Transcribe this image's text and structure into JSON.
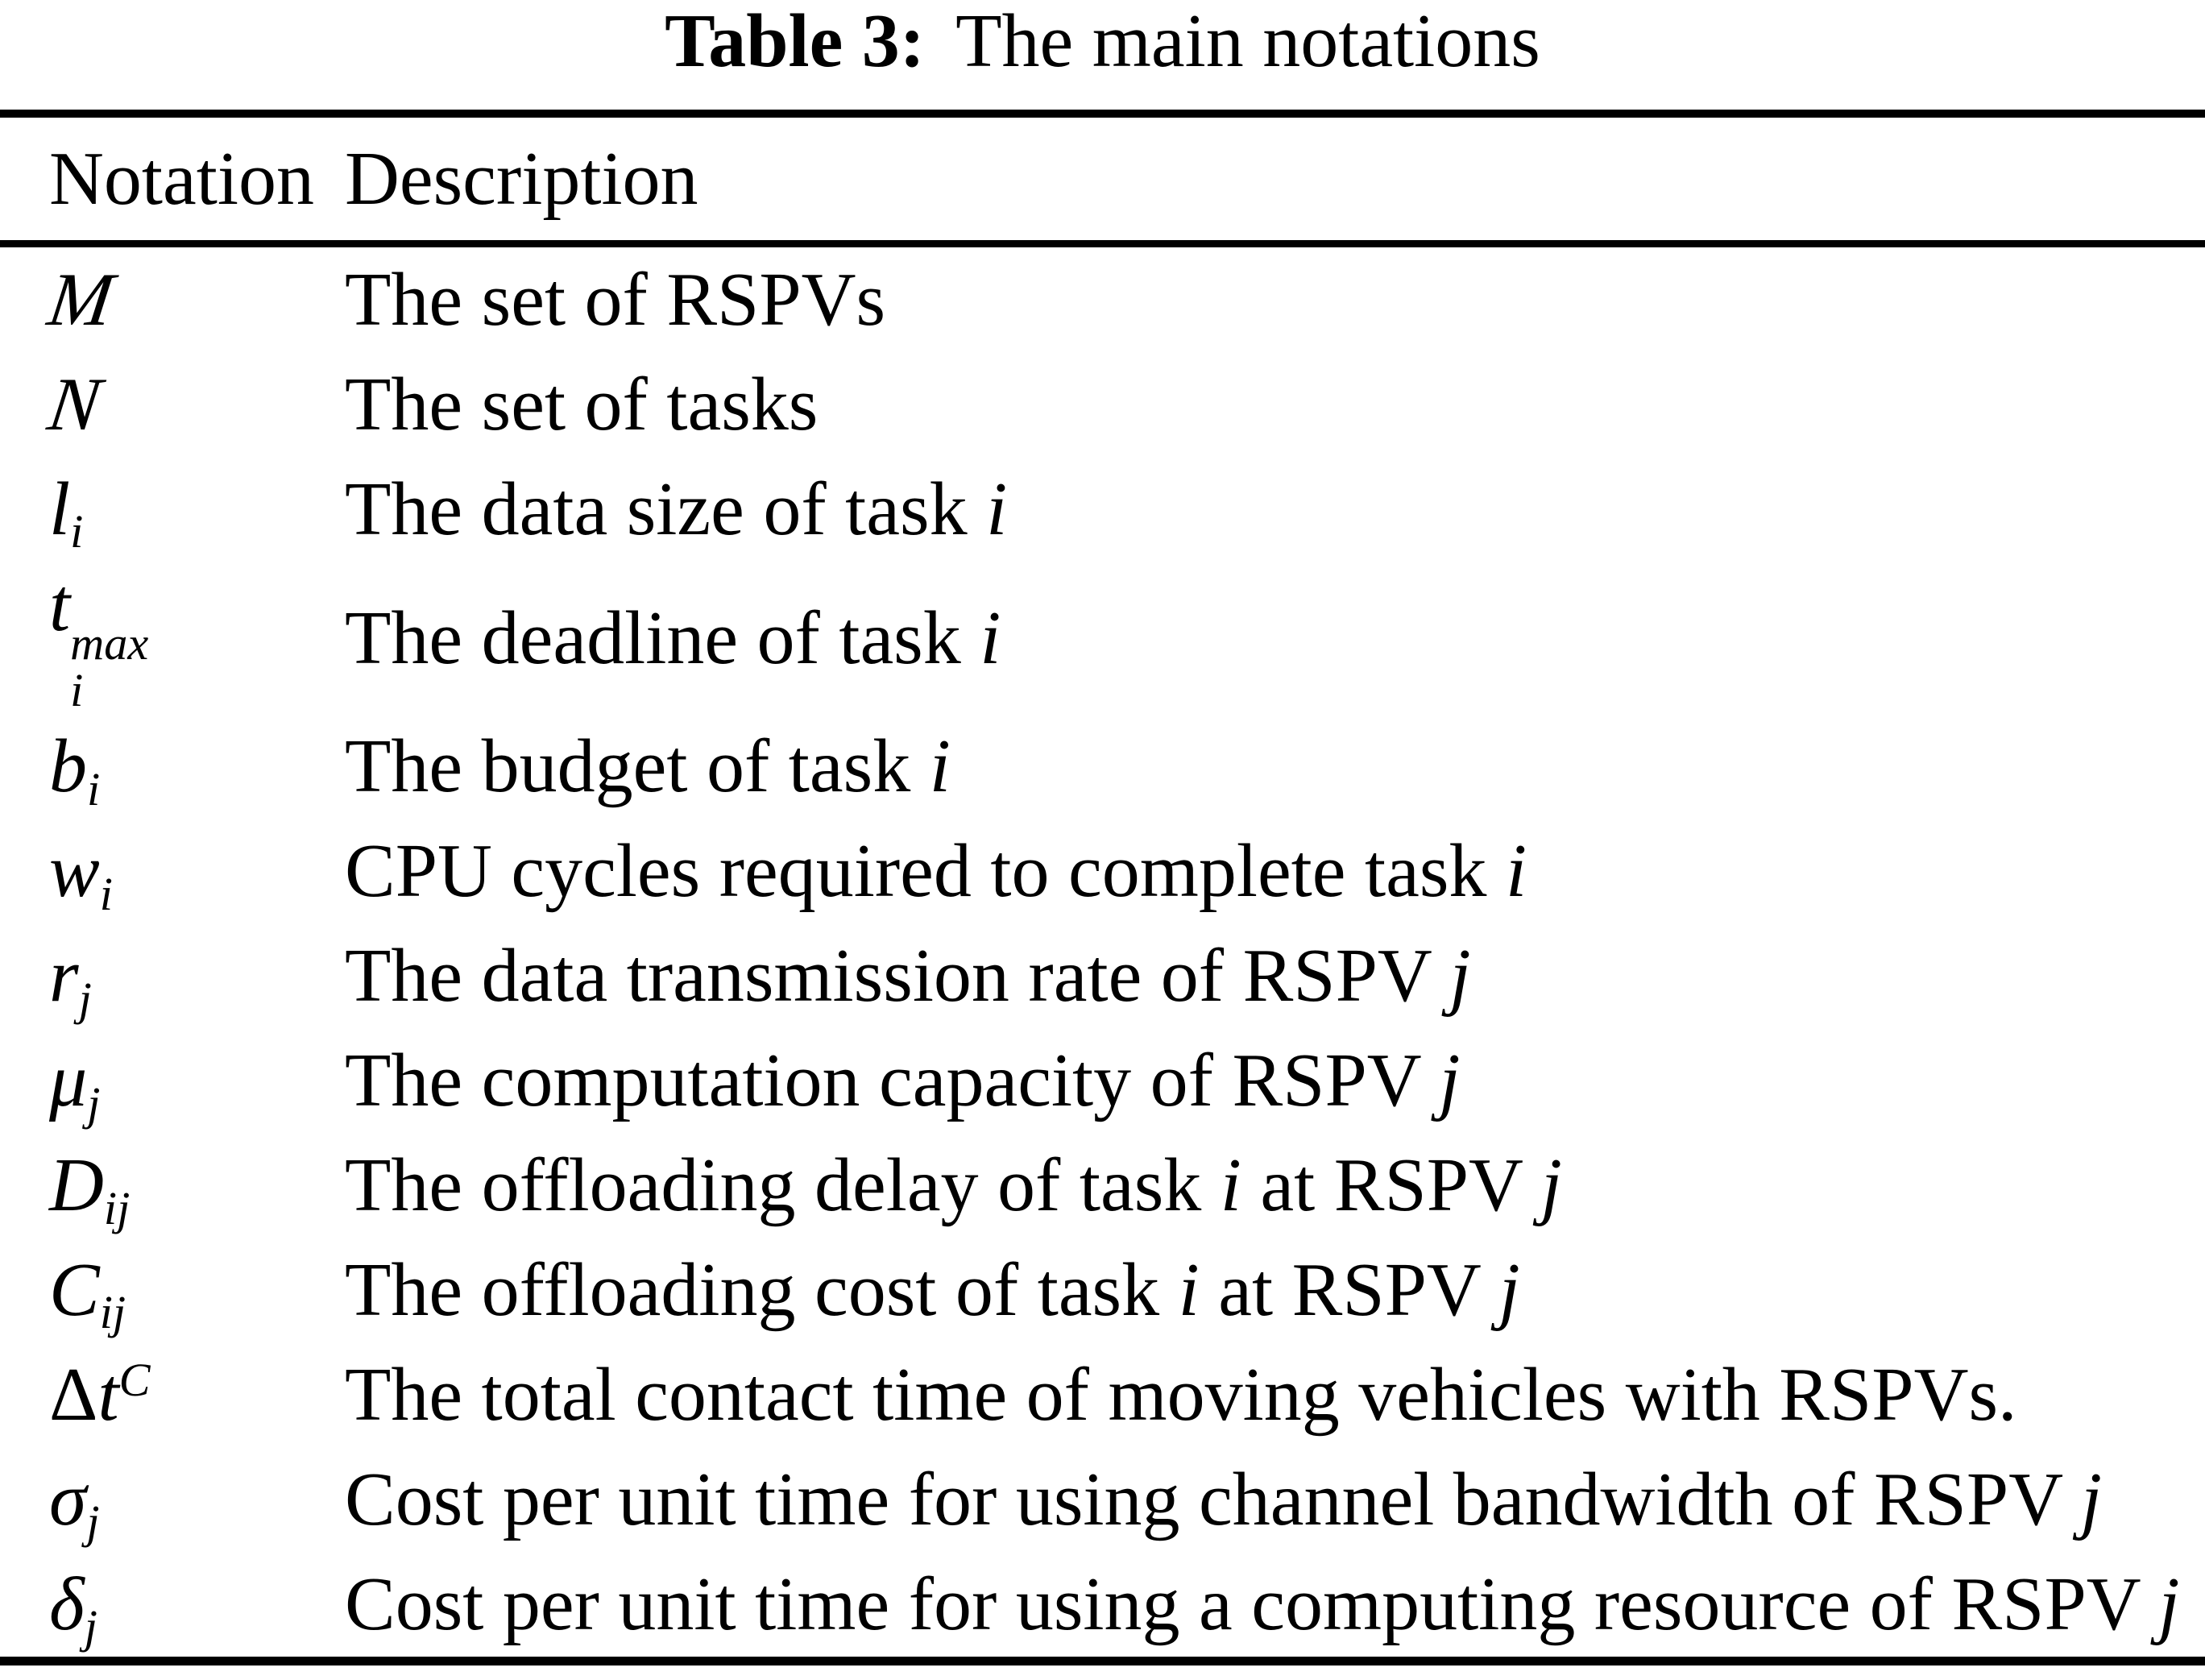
{
  "caption": {
    "label": "Table 3:",
    "text": "The main notations"
  },
  "table": {
    "columns": [
      "Notation",
      "Description"
    ],
    "rows": [
      {
        "notation": {
          "base": "M",
          "variant": "calligraphic"
        },
        "description": "The set of RSPVs"
      },
      {
        "notation": {
          "base": "N",
          "variant": "calligraphic"
        },
        "description": "The set of tasks"
      },
      {
        "notation": {
          "base": "l",
          "sub": "i"
        },
        "description": "The data size of task i"
      },
      {
        "notation": {
          "base": "t",
          "sub": "i",
          "sup": "max"
        },
        "description": "The deadline of task i"
      },
      {
        "notation": {
          "base": "b",
          "sub": "i"
        },
        "description": "The budget of task i"
      },
      {
        "notation": {
          "base": "w",
          "sub": "i"
        },
        "description": "CPU cycles required to complete task i"
      },
      {
        "notation": {
          "base": "r",
          "sub": "j"
        },
        "description": "The data transmission rate of RSPV j"
      },
      {
        "notation": {
          "base": "μ",
          "sub": "j"
        },
        "description": "The computation capacity of RSPV j"
      },
      {
        "notation": {
          "base": "D",
          "sub": "ij"
        },
        "description": "The offloading delay of task i at RSPV j"
      },
      {
        "notation": {
          "base": "C",
          "sub": "ij"
        },
        "description": "The offloading cost of task i at RSPV j"
      },
      {
        "notation": {
          "prefix": "Δ",
          "base": "t",
          "sup": "C"
        },
        "description": "The total contact time of moving vehicles with RSPVs."
      },
      {
        "notation": {
          "base": "σ",
          "sub": "j"
        },
        "description": "Cost per unit time for using channel bandwidth of RSPV j"
      },
      {
        "notation": {
          "base": "δ",
          "sub": "j"
        },
        "description": "Cost per unit time for using a computing resource of RSPV j"
      }
    ]
  },
  "colors": {
    "background": "#ffffff",
    "text": "#000000",
    "rule": "#000000"
  }
}
